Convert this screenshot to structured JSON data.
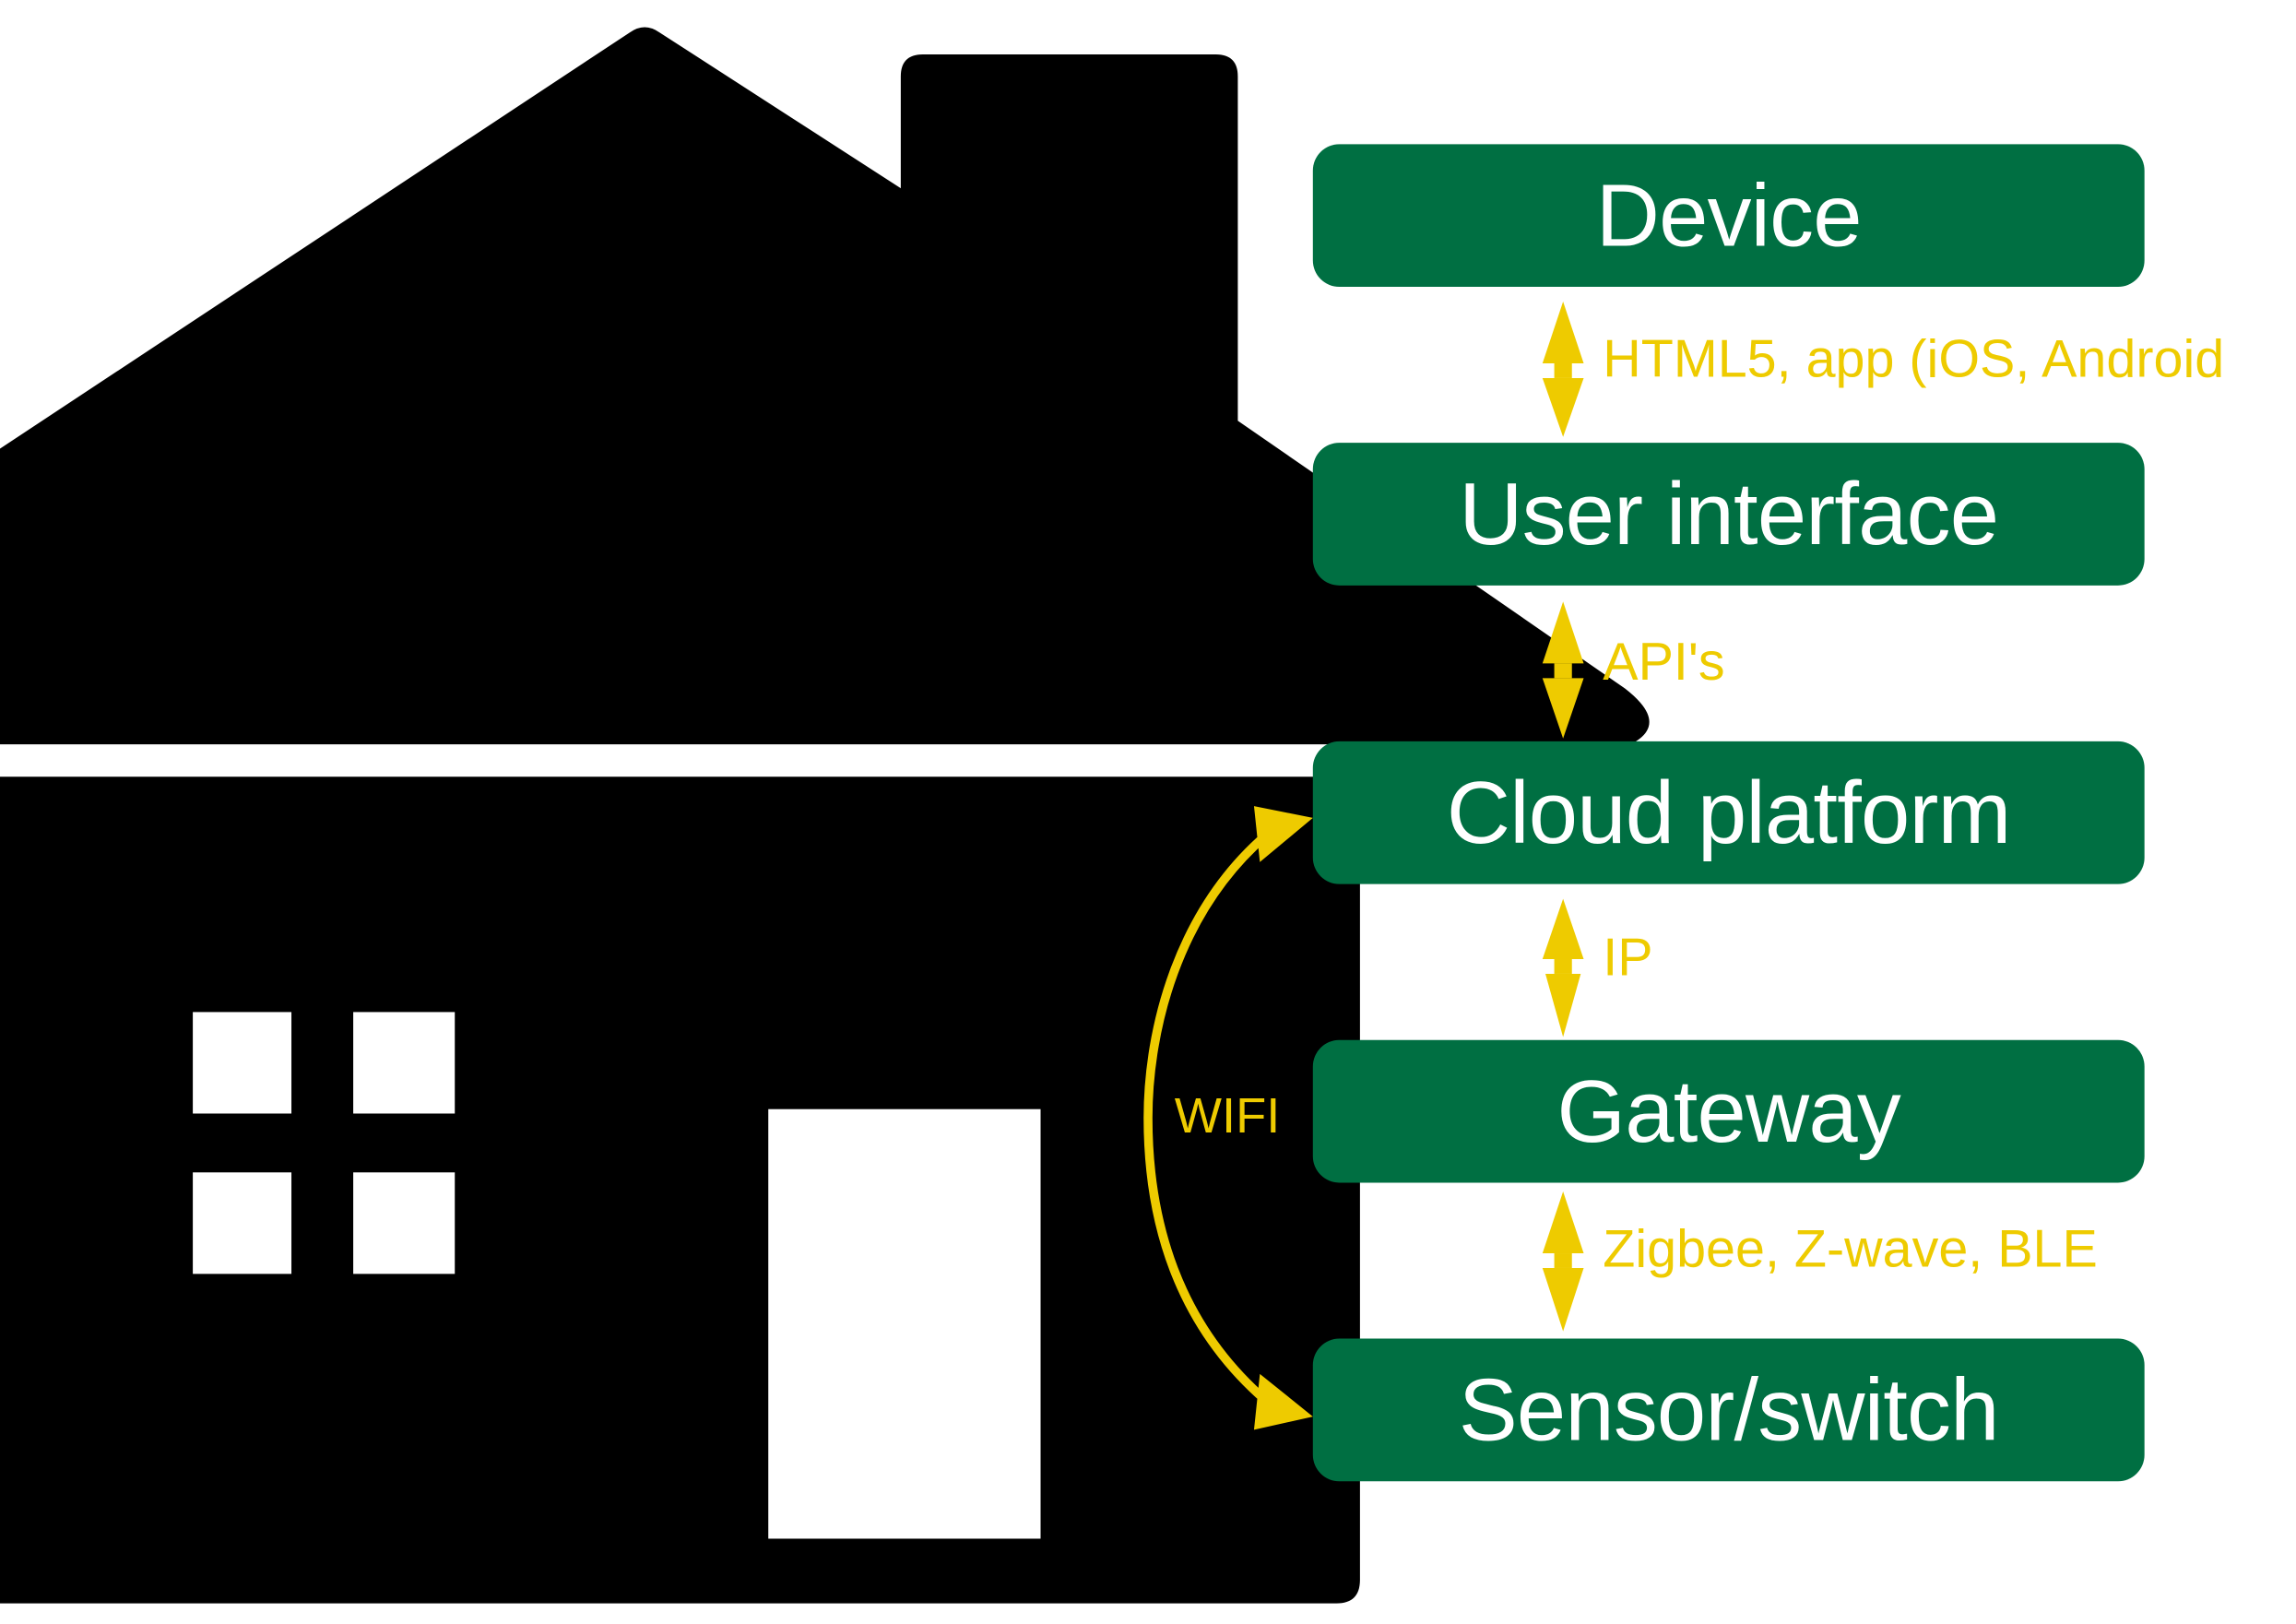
{
  "colors": {
    "box_fill": "#006f42",
    "box_text": "#ffffff",
    "arrow": "#eecb00",
    "house": "#000000",
    "background": "#ffffff"
  },
  "house": {
    "icon": "house-icon",
    "windows": 4,
    "door": 1
  },
  "stack": {
    "layers": [
      {
        "label": "Device"
      },
      {
        "label": "User interface"
      },
      {
        "label": "Cloud platform"
      },
      {
        "label": "Gateway"
      },
      {
        "label": "Sensor/switch"
      }
    ],
    "links": [
      {
        "from": "Device",
        "to": "User interface",
        "label": "HTML5, app (iOS, Android"
      },
      {
        "from": "User interface",
        "to": "Cloud platform",
        "label": "API's"
      },
      {
        "from": "Cloud platform",
        "to": "Gateway",
        "label": "IP"
      },
      {
        "from": "Gateway",
        "to": "Sensor/switch",
        "label": "Zigbee, Z-wave, BLE"
      }
    ]
  },
  "bypass": {
    "from": "Cloud platform",
    "to": "Sensor/switch",
    "label": "WIFI"
  }
}
